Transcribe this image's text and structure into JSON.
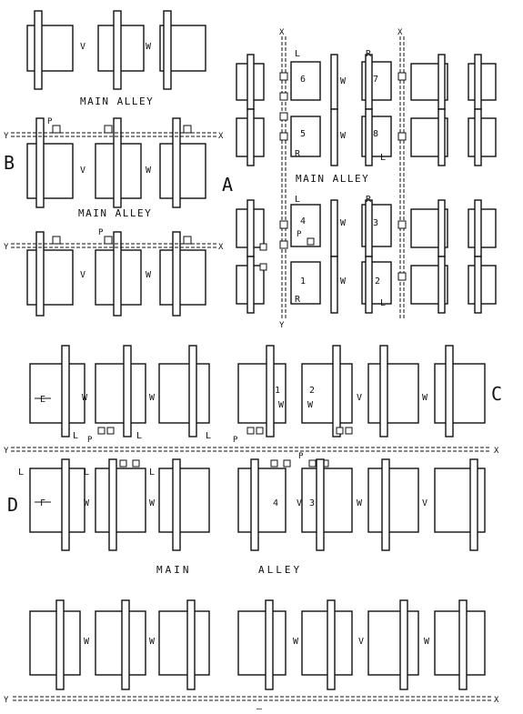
{
  "alley_labels": {
    "top_left": "MAIN ALLEY",
    "mid_left": "MAIN ALLEY",
    "right_group": "MAIN ALLEY",
    "bottom_main": "MAIN",
    "bottom_alley": "ALLEY"
  },
  "section_letters": {
    "A": "A",
    "B": "B",
    "C": "C",
    "D": "D"
  },
  "pulley_letters": {
    "P": "P"
  },
  "line_ends": {
    "X": "X",
    "Y": "Y"
  },
  "machine_marks": {
    "V": "V",
    "W": "W",
    "L": "L",
    "R": "R",
    "n1": "1",
    "n2": "2",
    "n3": "3",
    "n4": "4",
    "n5": "5",
    "n6": "6",
    "n7": "7",
    "n8": "8",
    "E": "E",
    "F": "F"
  },
  "footer_mark": "—"
}
